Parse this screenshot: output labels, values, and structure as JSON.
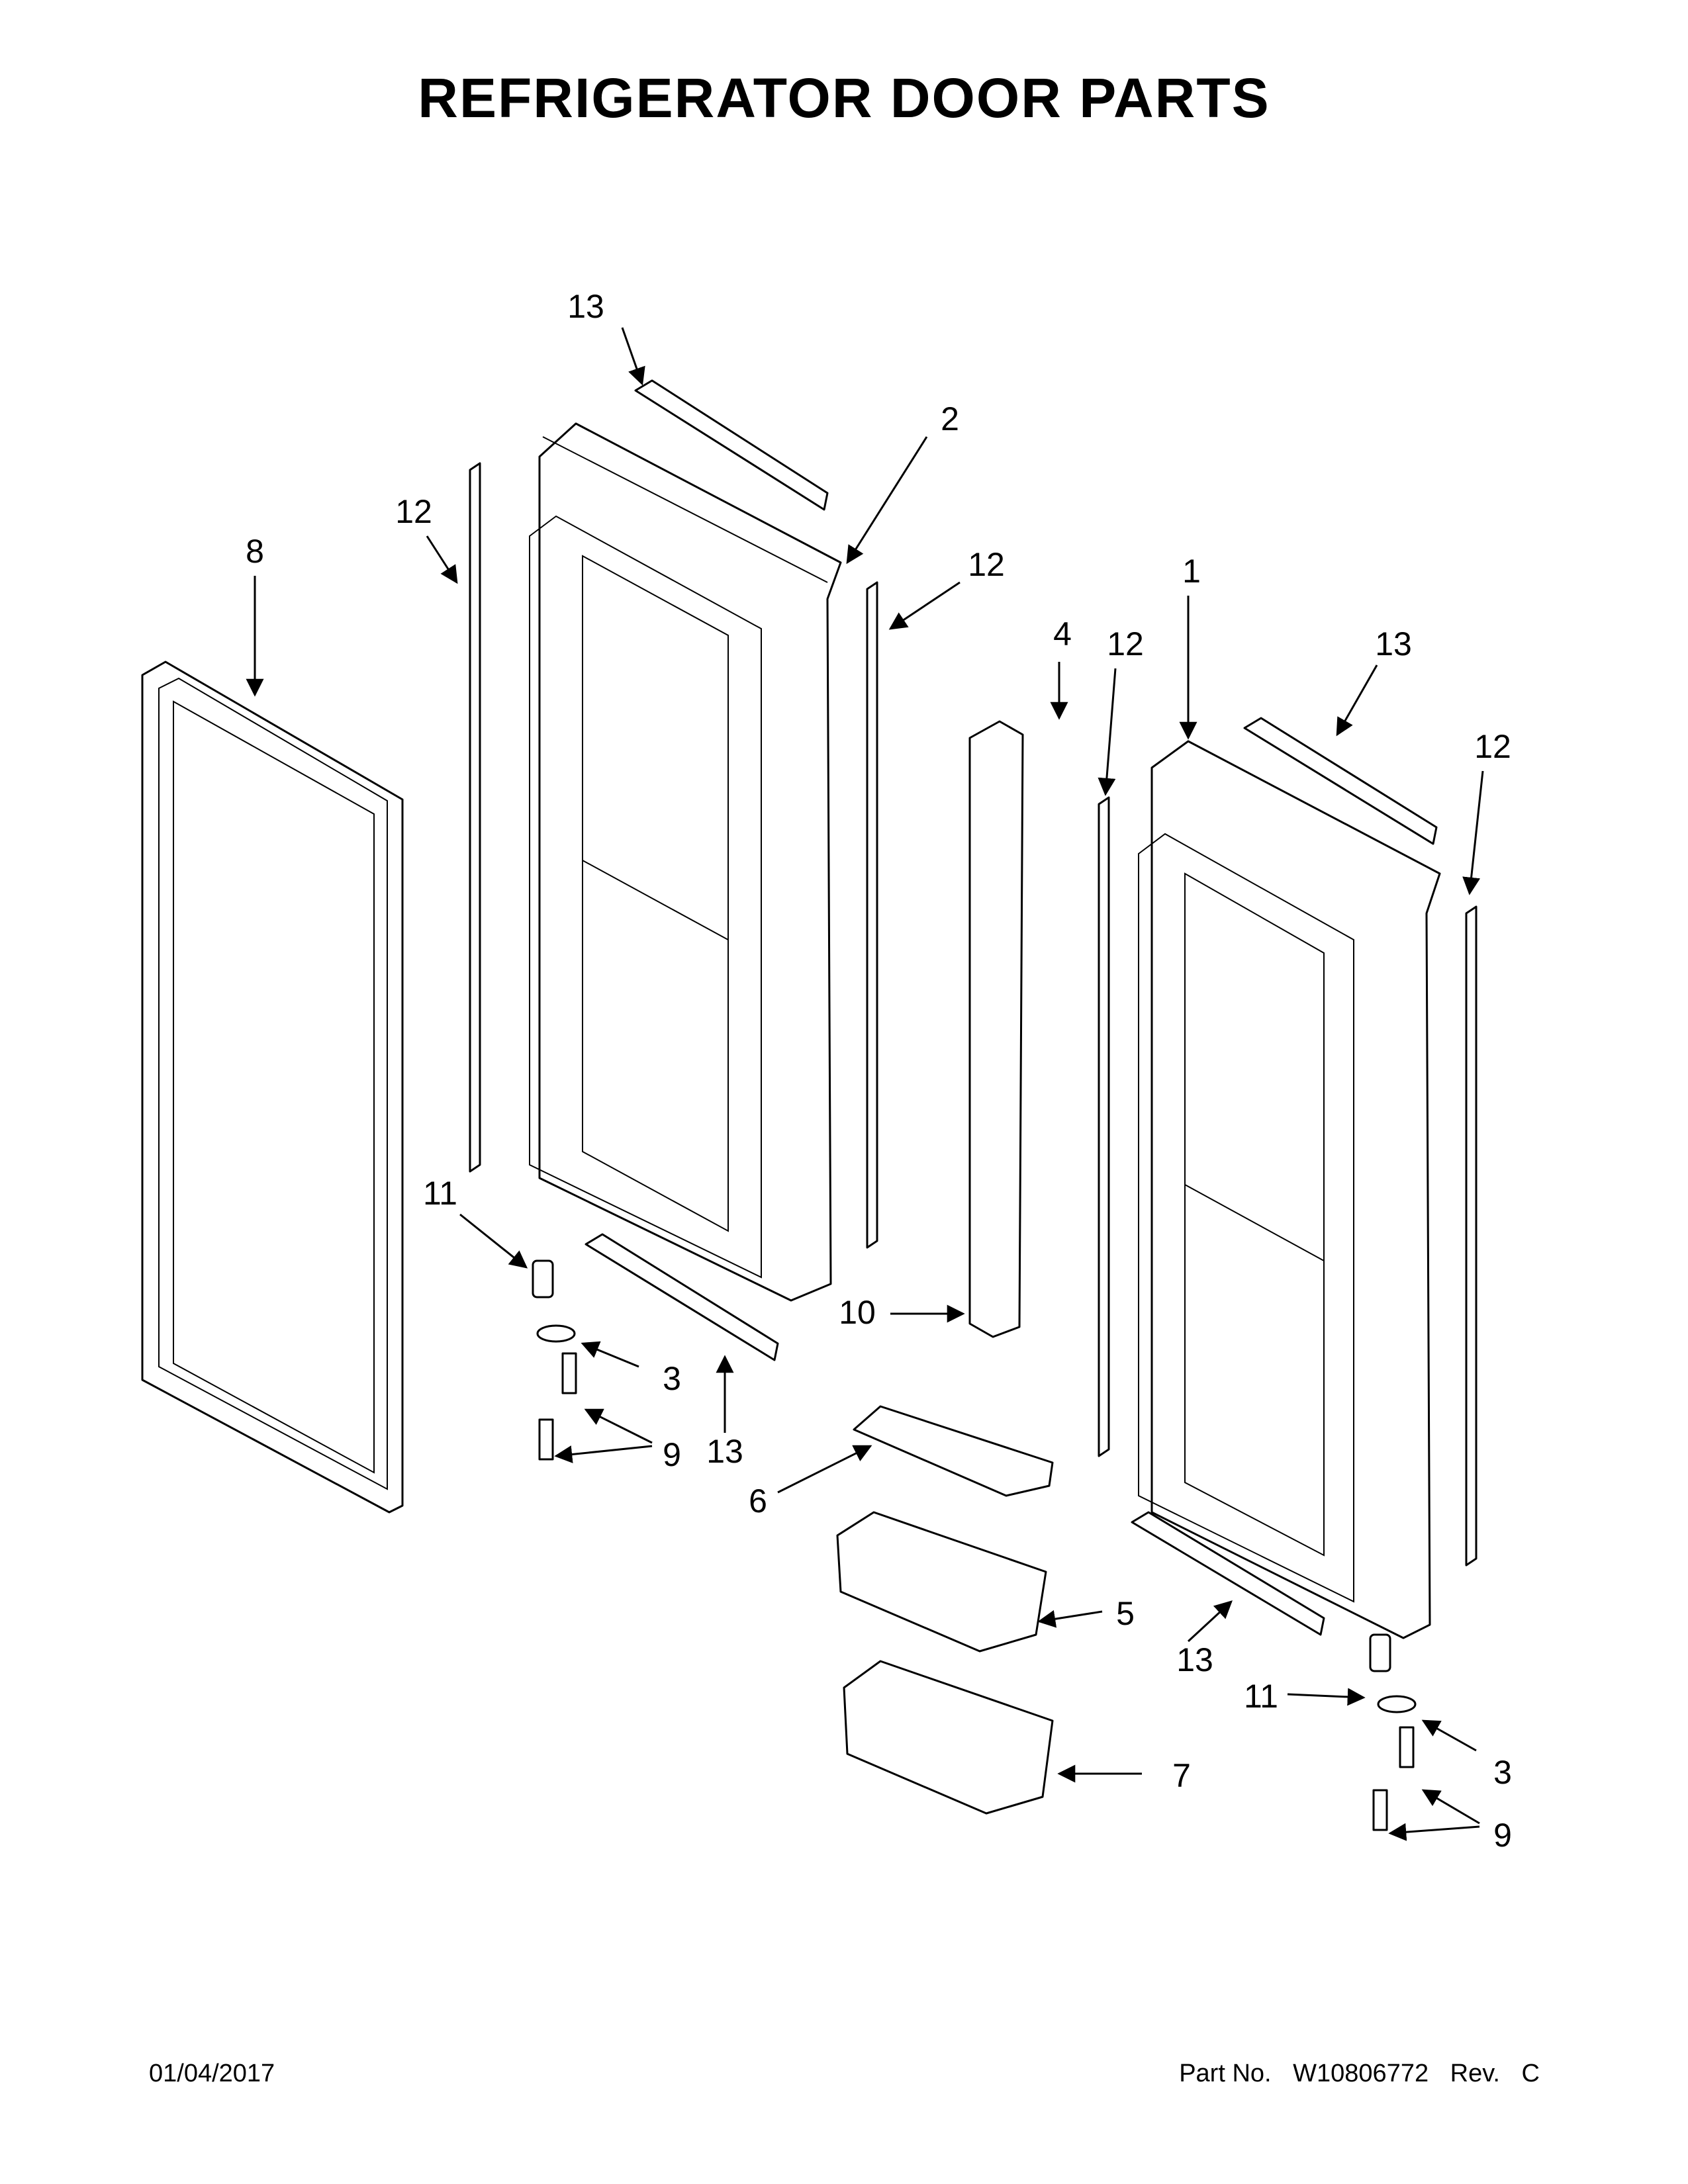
{
  "title": "REFRIGERATOR DOOR PARTS",
  "footer": {
    "date": "01/04/2017",
    "part_no_label": "Part No.",
    "part_no": "W10806772",
    "rev_label": "Rev.",
    "rev": "C"
  },
  "callouts": [
    "13",
    "2",
    "12",
    "12",
    "8",
    "4",
    "12",
    "1",
    "13",
    "12",
    "11",
    "10",
    "3",
    "13",
    "9",
    "6",
    "5",
    "13",
    "11",
    "3",
    "7",
    "9"
  ]
}
